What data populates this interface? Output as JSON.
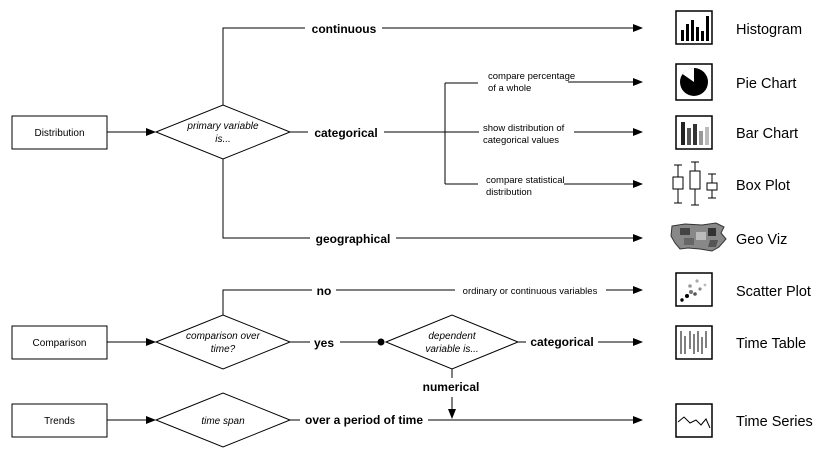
{
  "starts": {
    "distribution": "Distribution",
    "comparison": "Comparison",
    "trends": "Trends"
  },
  "decisions": {
    "primary_1": "primary variable",
    "primary_2": "is...",
    "comparison_1": "comparison over",
    "comparison_2": "time?",
    "dependent_1": "dependent",
    "dependent_2": "variable is...",
    "time_span": "time span"
  },
  "branches": {
    "continuous": "continuous",
    "categorical": "categorical",
    "geographical": "geographical",
    "no": "no",
    "yes": "yes",
    "categorical_2": "categorical",
    "numerical": "numerical",
    "over_period": "over a period of time"
  },
  "subbranches": {
    "pct_1": "compare percentage",
    "pct_2": "of a whole",
    "dist_1": "show distribution of",
    "dist_2": "categorical values",
    "stat_1": "compare statistical",
    "stat_2": "distribution",
    "ordinary": "ordinary or continuous variables"
  },
  "outputs": {
    "histogram": "Histogram",
    "pie_chart": "Pie Chart",
    "bar_chart": "Bar Chart",
    "box_plot": "Box Plot",
    "geo_viz": "Geo Viz",
    "scatter_plot": "Scatter Plot",
    "time_table": "Time Table",
    "time_series": "Time Series"
  },
  "icons": {
    "histogram": "histogram-icon",
    "pie_chart": "pie-chart-icon",
    "bar_chart": "bar-chart-icon",
    "box_plot": "box-plot-icon",
    "geo_viz": "us-map-icon",
    "scatter_plot": "scatter-plot-icon",
    "time_table": "time-table-icon",
    "time_series": "time-series-icon"
  }
}
